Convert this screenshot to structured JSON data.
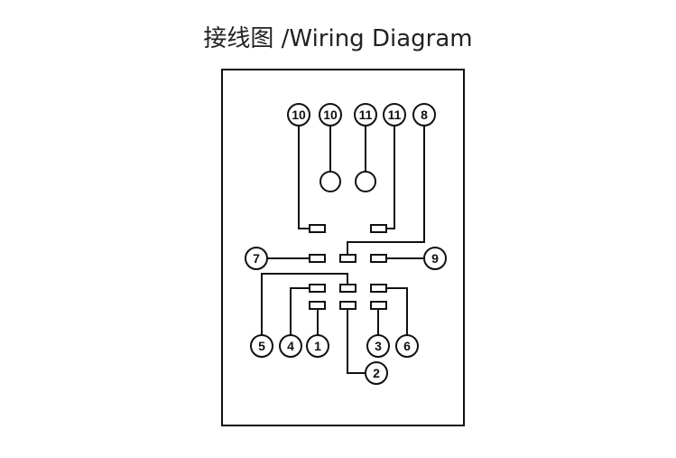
{
  "title": "接线图 /Wiring Diagram",
  "pins": [
    {
      "id": "pin-10a",
      "label": "10"
    },
    {
      "id": "pin-10b",
      "label": "10"
    },
    {
      "id": "pin-11a",
      "label": "11"
    },
    {
      "id": "pin-11b",
      "label": "11"
    },
    {
      "id": "pin-8",
      "label": "8"
    },
    {
      "id": "pin-7",
      "label": "7"
    },
    {
      "id": "pin-9",
      "label": "9"
    },
    {
      "id": "pin-5",
      "label": "5"
    },
    {
      "id": "pin-4",
      "label": "4"
    },
    {
      "id": "pin-1",
      "label": "1"
    },
    {
      "id": "pin-3",
      "label": "3"
    },
    {
      "id": "pin-6",
      "label": "6"
    },
    {
      "id": "pin-2",
      "label": "2"
    }
  ]
}
